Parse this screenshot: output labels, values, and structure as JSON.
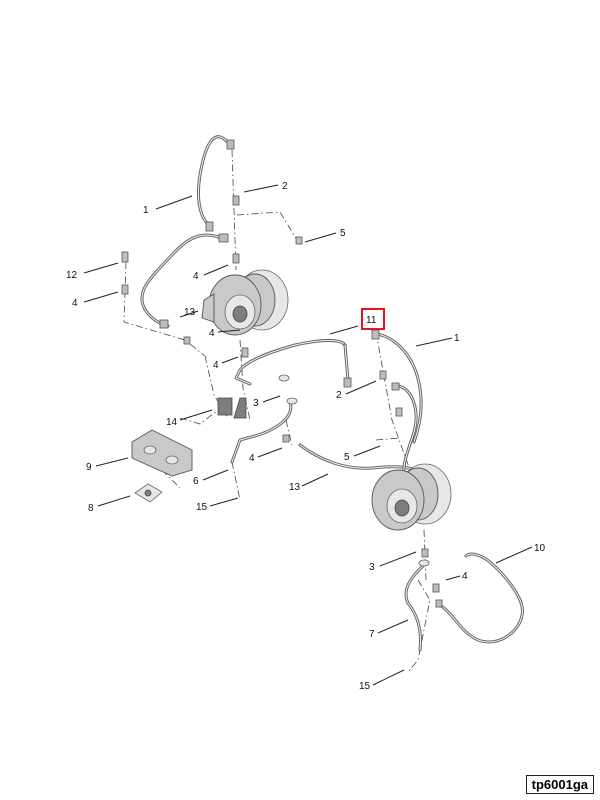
{
  "drawing_id": "tp6001ga",
  "highlight_color": "#e0141c",
  "line_color": "#222222",
  "part_color": "#c9c9c9",
  "callouts": {
    "c1a": "1",
    "c2a": "2",
    "c5a": "5",
    "c12": "12",
    "c4a": "4",
    "c4b": "4",
    "c13a": "13",
    "c4c": "4",
    "c4d": "4",
    "c3a": "3",
    "c14": "14",
    "c9": "9",
    "c6": "6",
    "c4e": "4",
    "c13b": "13",
    "c15a": "15",
    "c8": "8",
    "c11": "11",
    "c1b": "1",
    "c2b": "2",
    "c5b": "5",
    "c10": "10",
    "c3b": "3",
    "c4f": "4",
    "c7": "7",
    "c15b": "15"
  }
}
